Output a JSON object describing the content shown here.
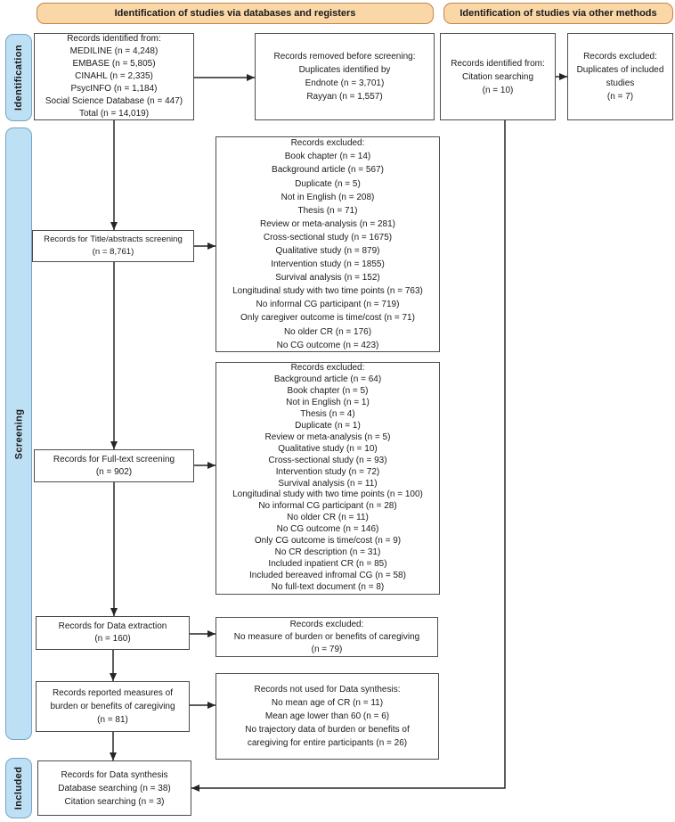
{
  "headers": {
    "databases": "Identification of studies via databases and registers",
    "other_methods": "Identification of studies via other methods"
  },
  "sidebar": {
    "identification": "Identification",
    "screening": "Screening",
    "included": "Included"
  },
  "boxes": {
    "records_identified": {
      "lines": [
        "Records identified from:",
        "MEDILINE (n = 4,248)",
        "EMBASE (n = 5,805)",
        "CINAHL (n = 2,335)",
        "PsycINFO (n = 1,184)",
        "Social Science Database (n = 447)",
        "Total (n = 14,019)"
      ]
    },
    "removed_before_screening": {
      "lines": [
        "Records removed before screening:",
        "Duplicates identified by",
        "Endnote (n = 3,701)",
        "Rayyan (n = 1,557)"
      ]
    },
    "citation_searching": {
      "lines": [
        "Records identified from:",
        "Citation searching",
        "(n = 10)"
      ]
    },
    "duplicates_excluded": {
      "lines": [
        "Records excluded:",
        "Duplicates of included",
        "studies",
        "(n = 7)"
      ]
    },
    "title_abstract_screening": {
      "lines": [
        "Records for Title/abstracts screening",
        "(n = 8,761)"
      ]
    },
    "excluded_title_abstract": {
      "lines": [
        "Records excluded:",
        "Book chapter (n = 14)",
        "Background article (n = 567)",
        "Duplicate (n = 5)",
        "Not in English (n = 208)",
        "Thesis (n = 71)",
        "Review or meta-analysis (n = 281)",
        "Cross-sectional study (n = 1675)",
        "Qualitative study (n = 879)",
        "Intervention study (n = 1855)",
        "Survival analysis (n = 152)",
        "Longitudinal study with two time points (n = 763)",
        "No informal CG participant (n = 719)",
        "Only caregiver outcome is time/cost (n = 71)",
        "No older CR (n = 176)",
        "No CG outcome (n = 423)"
      ]
    },
    "full_text_screening": {
      "lines": [
        "Records for Full-text screening",
        "(n = 902)"
      ]
    },
    "excluded_full_text": {
      "lines": [
        "Records excluded:",
        "Background article (n = 64)",
        "Book chapter (n = 5)",
        "Not in English (n = 1)",
        "Thesis (n = 4)",
        "Duplicate (n = 1)",
        "Review or meta-analysis (n = 5)",
        "Qualitative study (n = 10)",
        "Cross-sectional study (n = 93)",
        "Intervention study (n = 72)",
        "Survival analysis (n = 11)",
        "Longitudinal study with two time points (n = 100)",
        "No informal CG participant (n = 28)",
        "No older CR (n = 11)",
        "No CG outcome (n = 146)",
        "Only CG outcome is time/cost (n = 9)",
        "No CR description (n = 31)",
        "Included inpatient CR (n = 85)",
        "Included bereaved infromal CG (n = 58)",
        "No full-text document (n = 8)"
      ]
    },
    "data_extraction": {
      "lines": [
        "Records for Data extraction",
        "(n = 160)"
      ]
    },
    "excluded_data_extraction": {
      "lines": [
        "Records excluded:",
        "No measure of burden or benefits of caregiving",
        "(n = 79)"
      ]
    },
    "reported_measures": {
      "lines": [
        "Records reported measures of",
        "burden or benefits of caregiving",
        "(n = 81)"
      ]
    },
    "not_used_synthesis": {
      "lines": [
        "Records not used for Data synthesis:",
        "No mean age of CR (n = 11)",
        "Mean age lower than 60 (n = 6)",
        "No trajectory data of burden or benefits of",
        "caregiving for entire participants (n = 26)"
      ]
    },
    "data_synthesis": {
      "lines": [
        "Records for Data synthesis",
        "Database searching (n = 38)",
        "Citation searching (n = 3)"
      ]
    }
  },
  "colors": {
    "header_fill": "#FAD7A6",
    "header_border": "#C8834E",
    "sidebar_fill": "#BEE0F4",
    "sidebar_border": "#74A4C4",
    "box_border": "#4D4D4D",
    "arrow": "#262626"
  }
}
